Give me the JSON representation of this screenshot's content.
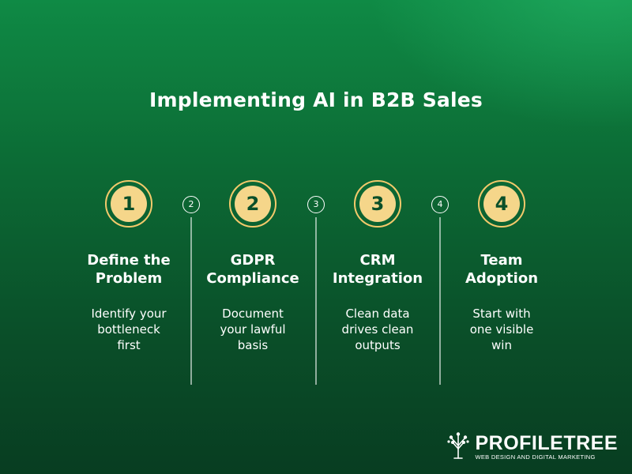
{
  "title": "Implementing AI in B2B Sales",
  "steps": [
    {
      "number": "1",
      "heading_line1": "Define the",
      "heading_line2": "Problem",
      "desc_lines": [
        "Identify your",
        "bottleneck",
        "first"
      ]
    },
    {
      "number": "2",
      "heading_line1": "GDPR",
      "heading_line2": "Compliance",
      "desc_lines": [
        "Document",
        "your lawful",
        "basis"
      ]
    },
    {
      "number": "3",
      "heading_line1": "CRM",
      "heading_line2": "Integration",
      "desc_lines": [
        "Clean data",
        "drives clean",
        "outputs"
      ]
    },
    {
      "number": "4",
      "heading_line1": "Team",
      "heading_line2": "Adoption",
      "desc_lines": [
        "Start with",
        "one visible",
        "win"
      ]
    }
  ],
  "dividers": [
    "2",
    "3",
    "4"
  ],
  "brand": {
    "name": "PROFILETREE",
    "tagline": "WEB DESIGN AND DIGITAL MARKETING"
  },
  "colors": {
    "accent": "#f5d68a",
    "ring": "#f2c96b",
    "background": "#0c6b35"
  }
}
